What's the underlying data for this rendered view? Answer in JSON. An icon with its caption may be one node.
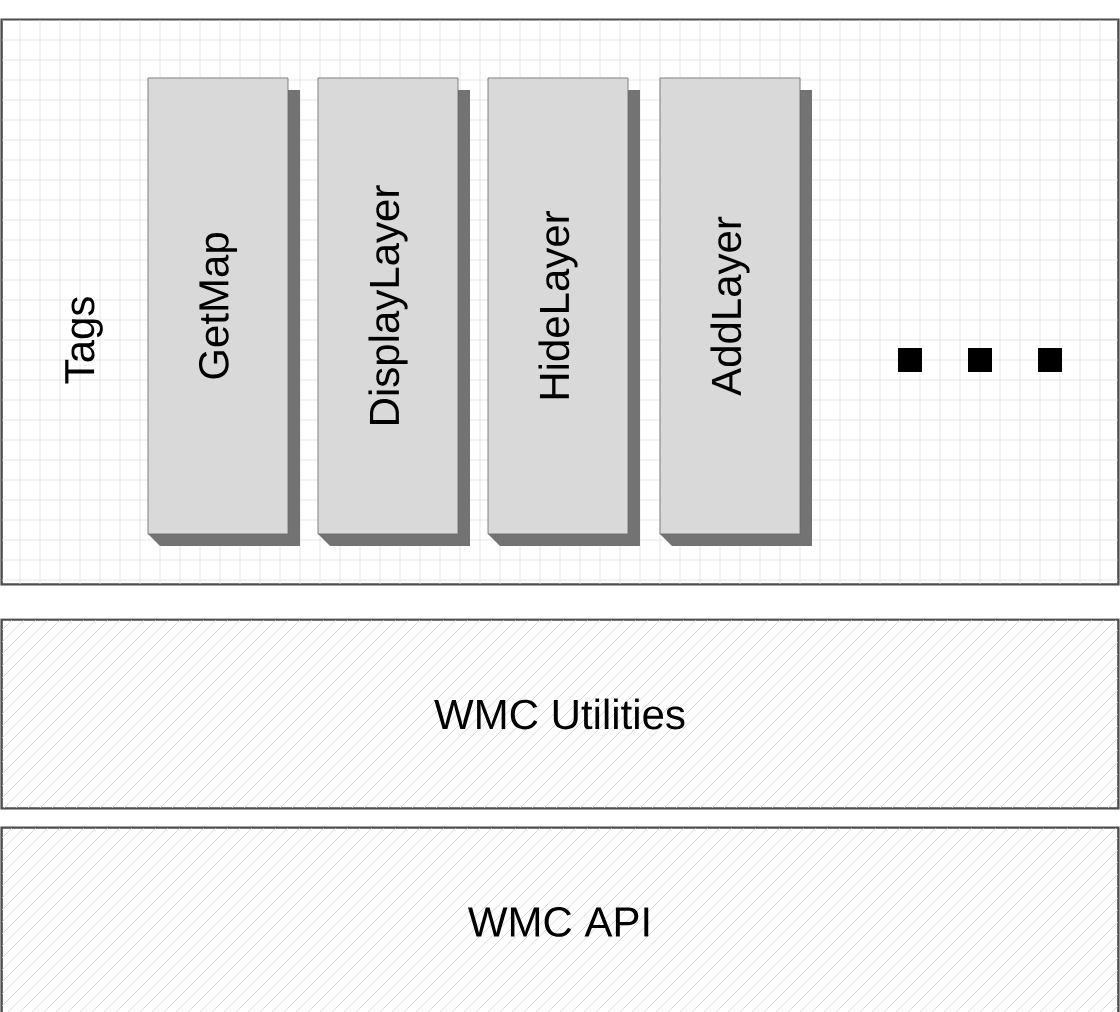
{
  "diagram": {
    "nodes": [
      {
        "text": [
          "Tags"
        ]
      },
      {
        "text": [
          "GetMap"
        ],
        "in": 0
      },
      {
        "text": [
          "DisplayLayer"
        ],
        "in": 0
      },
      {
        "text": [
          "HideLayer"
        ],
        "in": 0
      },
      {
        "text": [
          "AddLayer"
        ],
        "in": 0
      },
      {
        "text": [
          "WMC Utilities"
        ]
      },
      {
        "text": [
          "WMC API"
        ]
      }
    ]
  }
}
